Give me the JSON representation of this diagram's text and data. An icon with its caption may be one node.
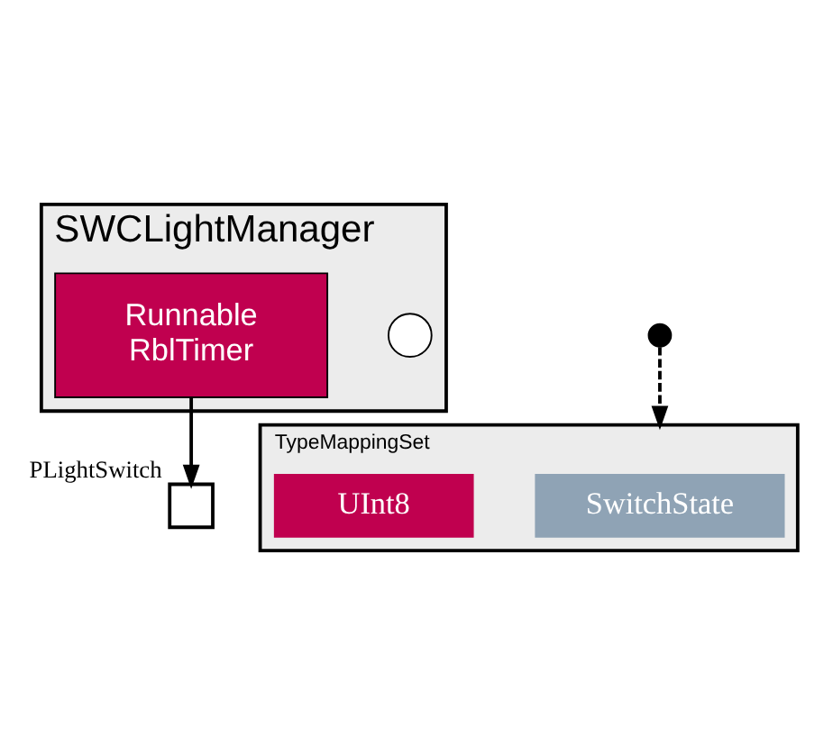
{
  "diagram": {
    "nodes": [
      {
        "text": [
          "SWCLightManager"
        ]
      },
      {
        "text": [],
        "shape": "circle",
        "in": 0
      },
      {
        "text": [],
        "shape": "box",
        "beside": [
          "PLightSwitch"
        ]
      },
      {
        "text": [
          "Runnable",
          "RblTimer"
        ],
        "in": 0
      },
      {
        "text": [],
        "shape": "circle"
      },
      {
        "text": [
          "TypeMappingSet"
        ]
      },
      {
        "text": [
          "SwitchState"
        ],
        "in": 5
      },
      {
        "text": [
          "UInt8"
        ],
        "in": 5
      }
    ],
    "edges": [
      {
        "from": 3,
        "to": 2,
        "arrow": "to"
      },
      {
        "from": 4,
        "to": 5,
        "arrow": "to",
        "style": "dashed"
      }
    ]
  }
}
